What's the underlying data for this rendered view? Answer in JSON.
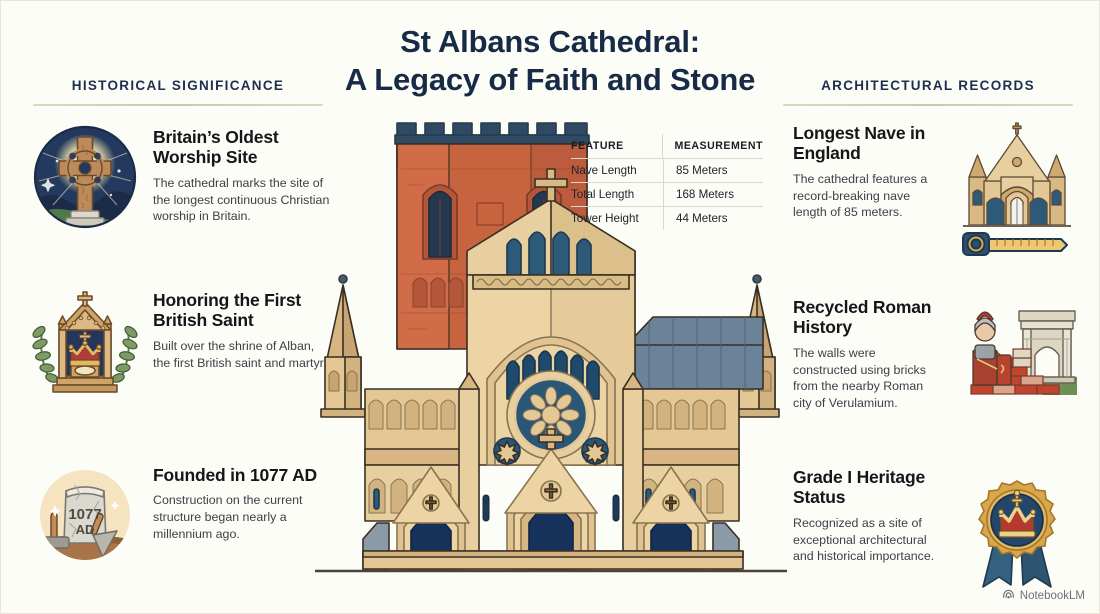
{
  "title": {
    "line1": "St Albans Cathedral:",
    "line2": "A Legacy of Faith and Stone"
  },
  "columns": {
    "left_header": "HISTORICAL SIGNIFICANCE",
    "right_header": "ARCHITECTURAL RECORDS"
  },
  "left_facts": [
    {
      "icon": "celtic-cross-icon",
      "heading": "Britain’s Oldest Worship Site",
      "body": "The cathedral marks the site of the longest continuous Christian worship in Britain."
    },
    {
      "icon": "shrine-with-crown-icon",
      "heading": "Honoring the First British Saint",
      "body": "Built over the shrine of Alban, the first British saint and martyr."
    },
    {
      "icon": "foundation-stone-icon",
      "heading": "Founded in 1077 AD",
      "body": "Construction on the current structure began nearly a millennium ago.",
      "stone_label_line1": "1077",
      "stone_label_line2": "AD"
    }
  ],
  "right_facts": [
    {
      "icon": "cathedral-facade-with-tape-measure-icon",
      "heading": "Longest Nave in England",
      "body": "The cathedral features a record-breaking nave length of 85 meters."
    },
    {
      "icon": "roman-soldier-arch-bricks-icon",
      "heading": "Recycled Roman History",
      "body": "The walls were constructed using bricks from the nearby Roman city of Verulamium."
    },
    {
      "icon": "heritage-rosette-badge-icon",
      "heading": "Grade I Heritage Status",
      "body": "Recognized as a site of exceptional architectural and historical importance."
    }
  ],
  "measurement_table": {
    "headers": [
      "FEATURE",
      "MEASUREMENT"
    ],
    "rows": [
      {
        "feature": "Nave Length",
        "measurement": "85 Meters"
      },
      {
        "feature": "Total Length",
        "measurement": "168 Meters"
      },
      {
        "feature": "Tower Height",
        "measurement": "44 Meters"
      }
    ]
  },
  "watermark": {
    "label": "NotebookLM",
    "icon": "notebooklm-logo-icon"
  },
  "colors": {
    "background": "#fdfdf8",
    "title_navy": "#172a46",
    "heading_dark": "#14161a",
    "body_grey": "#3c4047",
    "rule_tan": "#ddd7c2",
    "brick_red": "#c8633f",
    "stone_tan": "#e6ceA2",
    "window_navy": "#173a5e",
    "roof_slate": "#6b8399",
    "gold": "#d9a64a"
  }
}
